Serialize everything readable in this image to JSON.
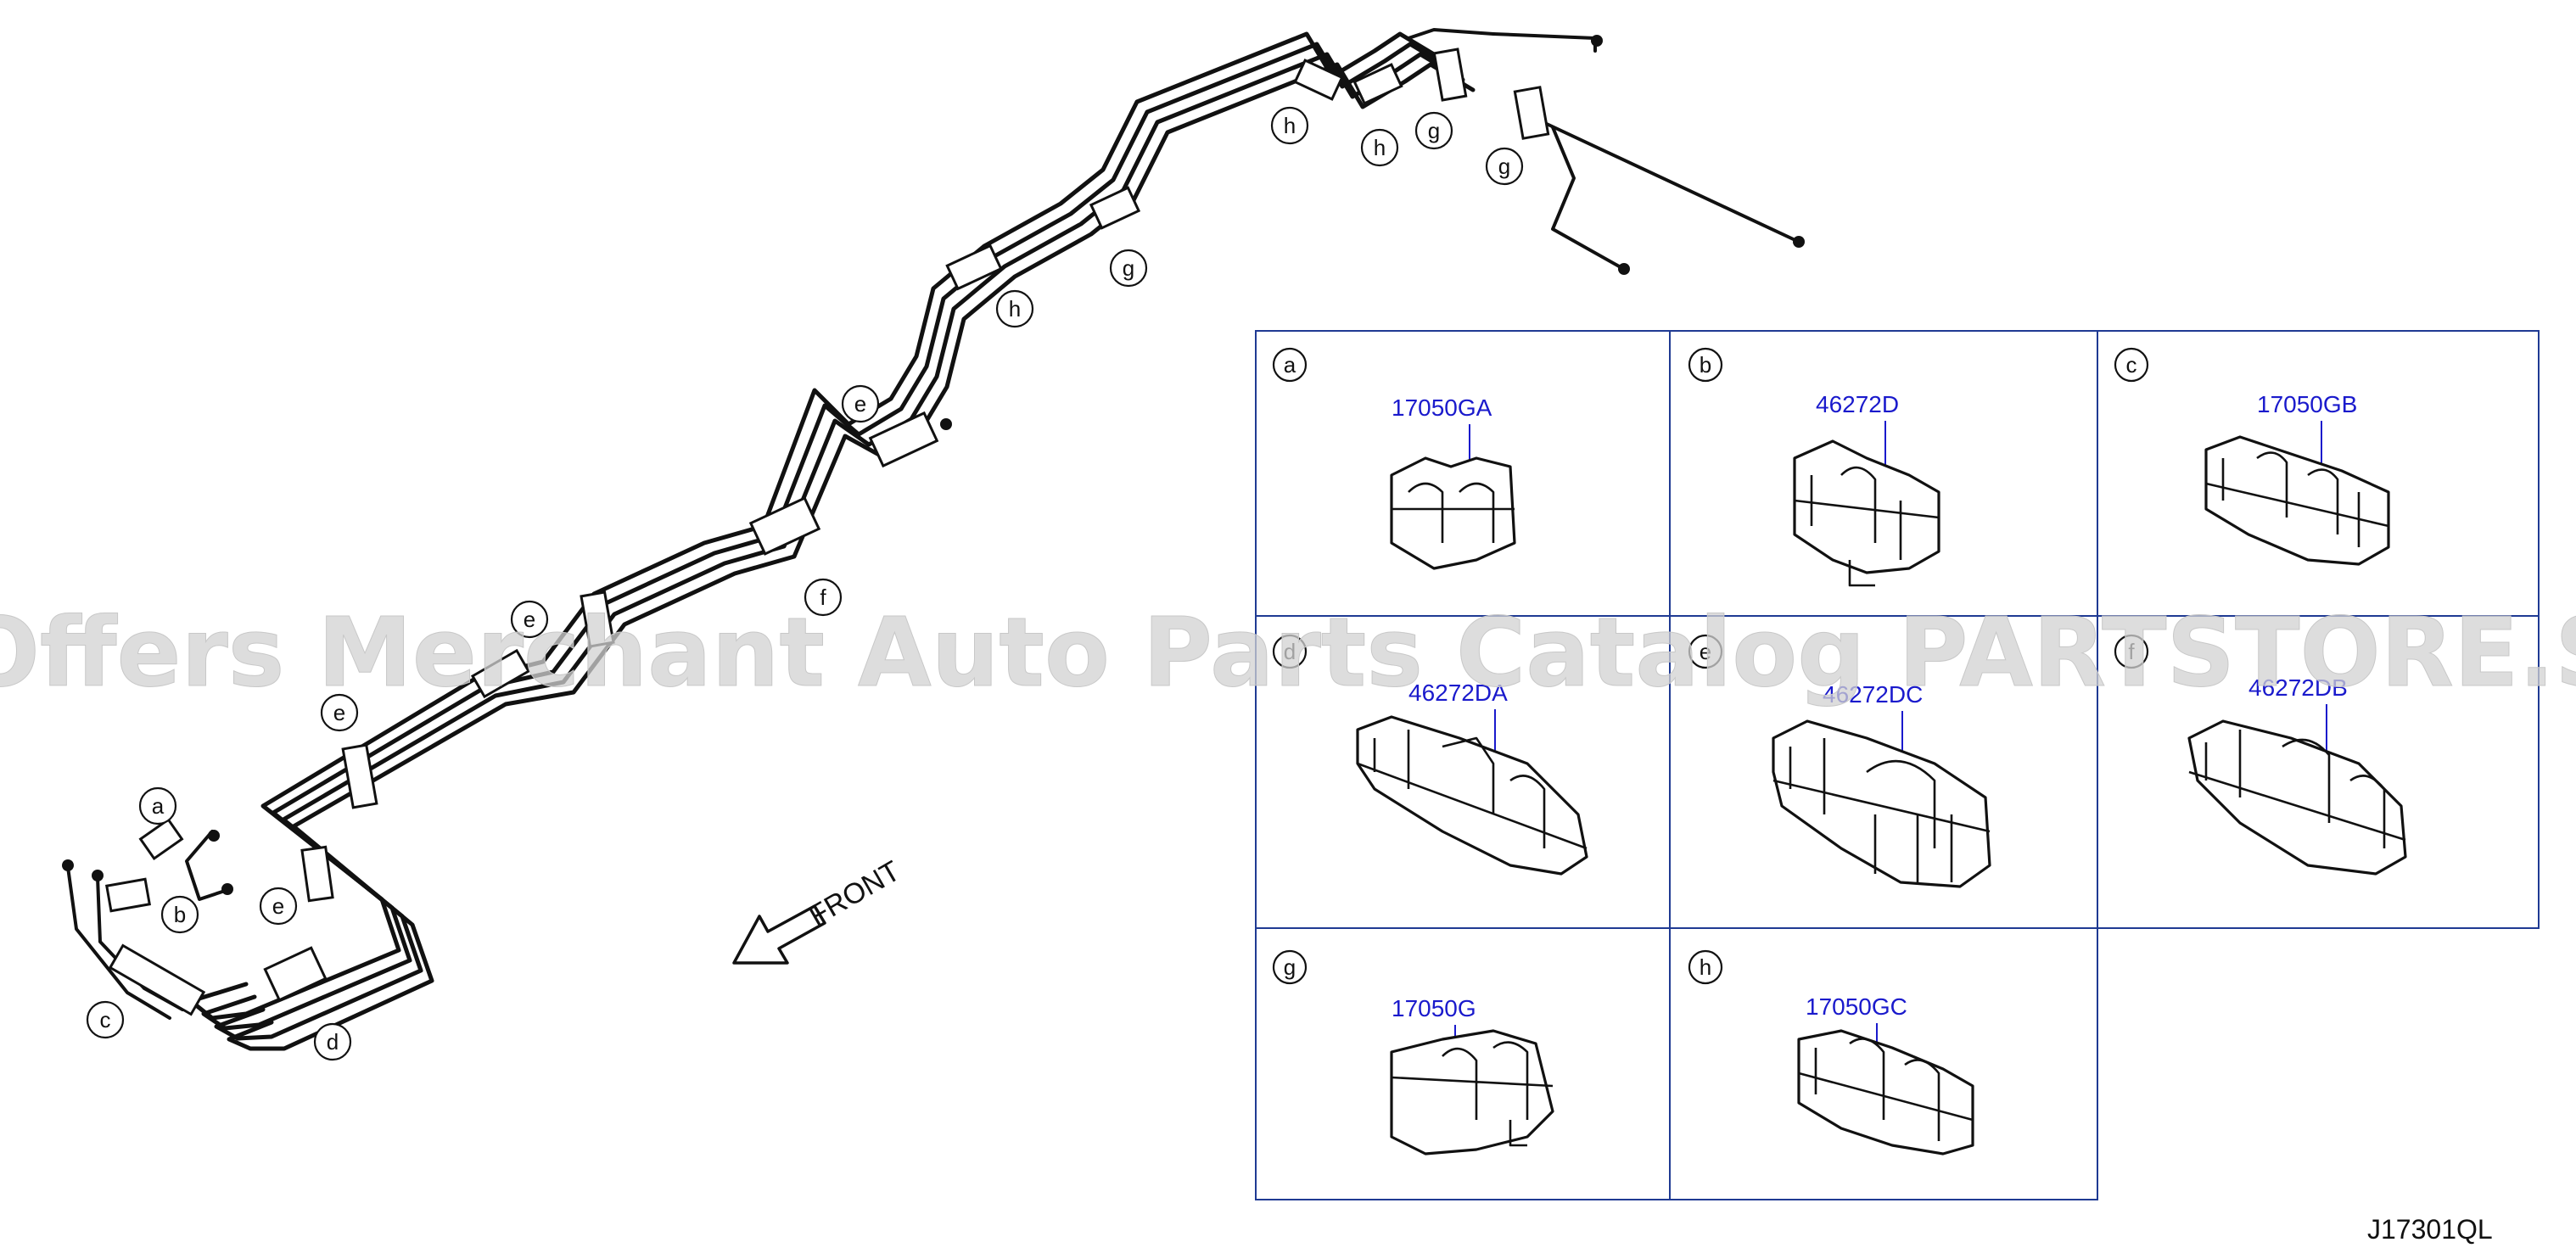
{
  "diagram_id": "J17301QL",
  "watermark": "Offers Merchant Auto Parts Catalog PARTSTORE.SA",
  "front_label": "FRONT",
  "callouts": [
    {
      "id": "h1",
      "letter": "h"
    },
    {
      "id": "h2",
      "letter": "h"
    },
    {
      "id": "g1",
      "letter": "g"
    },
    {
      "id": "g2",
      "letter": "g"
    },
    {
      "id": "g3",
      "letter": "g"
    },
    {
      "id": "h3",
      "letter": "h"
    },
    {
      "id": "e1",
      "letter": "e"
    },
    {
      "id": "f1",
      "letter": "f"
    },
    {
      "id": "e2",
      "letter": "e"
    },
    {
      "id": "e3",
      "letter": "e"
    },
    {
      "id": "e4",
      "letter": "e"
    },
    {
      "id": "a1",
      "letter": "a"
    },
    {
      "id": "b1",
      "letter": "b"
    },
    {
      "id": "c1",
      "letter": "c"
    },
    {
      "id": "d1",
      "letter": "d"
    }
  ],
  "panels": [
    {
      "id": "a",
      "letter": "a",
      "part_number": "17050GA"
    },
    {
      "id": "b",
      "letter": "b",
      "part_number": "46272D"
    },
    {
      "id": "c",
      "letter": "c",
      "part_number": "17050GB"
    },
    {
      "id": "d",
      "letter": "d",
      "part_number": "46272DA"
    },
    {
      "id": "e",
      "letter": "e",
      "part_number": "46272DC"
    },
    {
      "id": "f",
      "letter": "f",
      "part_number": "46272DB"
    },
    {
      "id": "g",
      "letter": "g",
      "part_number": "17050G"
    },
    {
      "id": "h",
      "letter": "h",
      "part_number": "17050GC"
    }
  ]
}
